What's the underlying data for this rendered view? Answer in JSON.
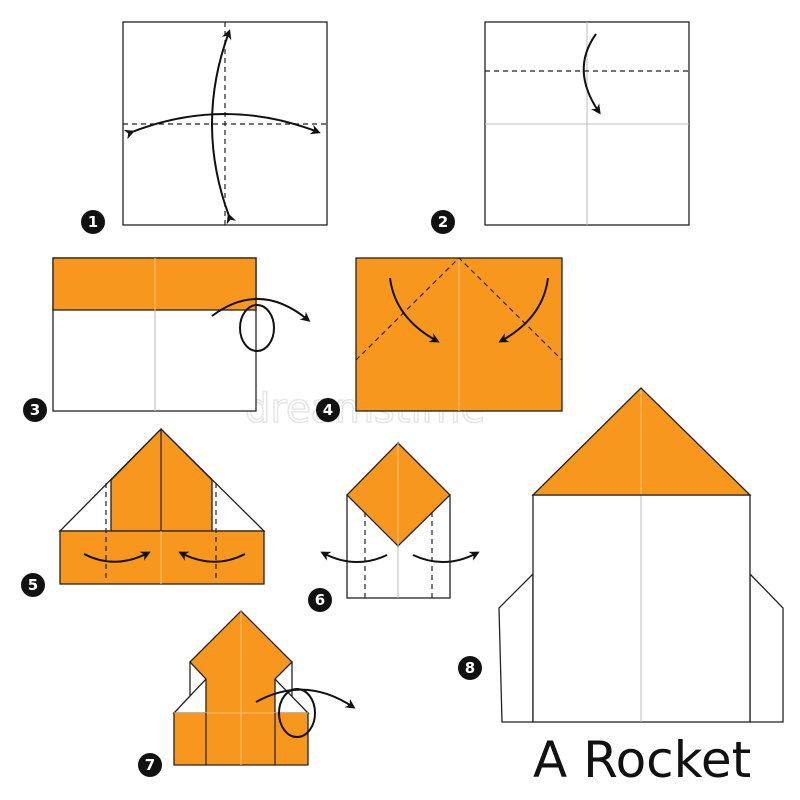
{
  "title": "A Rocket",
  "watermark": "dreamstime",
  "steps": [
    {
      "number": "1"
    },
    {
      "number": "2"
    },
    {
      "number": "3"
    },
    {
      "number": "4"
    },
    {
      "number": "5"
    },
    {
      "number": "6"
    },
    {
      "number": "7"
    },
    {
      "number": "8"
    }
  ],
  "colors": {
    "paper_color": "#f7971e",
    "line": "#222222"
  }
}
